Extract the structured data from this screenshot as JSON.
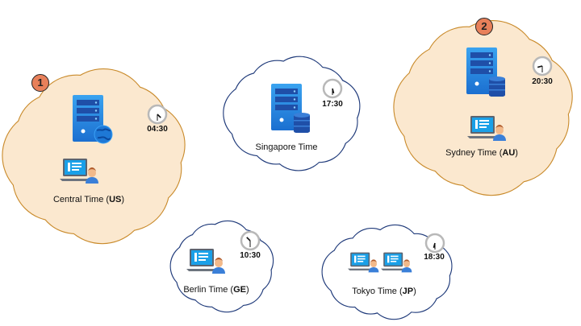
{
  "regions": {
    "central": {
      "badge": "1",
      "label": "Central Time ",
      "code": "US",
      "time": "04:30",
      "style": "primary"
    },
    "singapore": {
      "label": "Singapore Time",
      "time": "17:30",
      "style": "secondary"
    },
    "sydney": {
      "badge": "2",
      "label": "Sydney Time ",
      "code": "AU",
      "time": "20:30",
      "style": "primary"
    },
    "berlin": {
      "label": "Berlin Time ",
      "code": "GE",
      "time": "10:30",
      "style": "secondary"
    },
    "tokyo": {
      "label": "Tokyo Time ",
      "code": "JP",
      "time": "18:30",
      "style": "secondary"
    }
  },
  "icons": [
    "server-globe-icon",
    "server-database-icon",
    "laptop-user-icon",
    "clock-icon"
  ],
  "colors": {
    "primary_fill": "#fbe8cf",
    "primary_stroke": "#c98a2a",
    "secondary_fill": "#ffffff",
    "secondary_stroke": "#1f3a7a",
    "badge": "#e8805a"
  }
}
